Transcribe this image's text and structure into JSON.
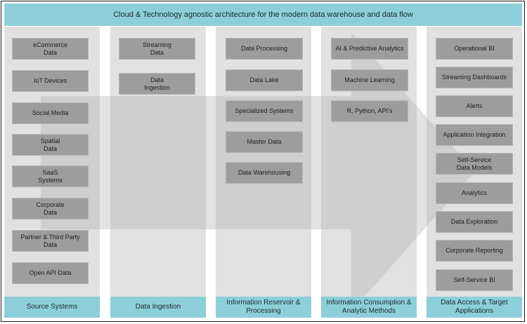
{
  "banner": {
    "title": "Cloud & Technology agnostic architecture for the modern data warehouse and data flow"
  },
  "columns": [
    {
      "footer": "Source Systems",
      "items": [
        "eCommerce\nData",
        "IoT Devices",
        "Social Media",
        "Spatial\nData",
        "SaaS\nSystems",
        "Corporate\nData",
        "Partner & Third Party\nData",
        "Open API Data"
      ]
    },
    {
      "footer": "Data Ingestion",
      "items": [
        "Streaming\nData",
        "Data\nIngestion"
      ]
    },
    {
      "footer": "Information Reservoir &\nProcessing",
      "items": [
        "Data Processing",
        "Data Lake",
        "Specialized Systems",
        "Master Data",
        "Data Warehousing"
      ]
    },
    {
      "footer": "Information Consumption &\nAnalytic Methods",
      "items": [
        "AI & Predictive Analytics",
        "Machine Learning",
        "R, Python, API's"
      ]
    },
    {
      "footer": "Data Access & Target\nApplications",
      "items": [
        "Operational BI",
        "Streaming Dashboards",
        "Alerts",
        "Application Integration",
        "Self-Service\nData Models",
        "Analytics",
        "Data Exploration",
        "Corporate Reporting",
        "Self-Service BI"
      ]
    }
  ],
  "colors": {
    "banner": "#8ccfda",
    "column": "#e1e1e1",
    "box": "#9d9d9d",
    "arrow": "#c8c8c8"
  }
}
